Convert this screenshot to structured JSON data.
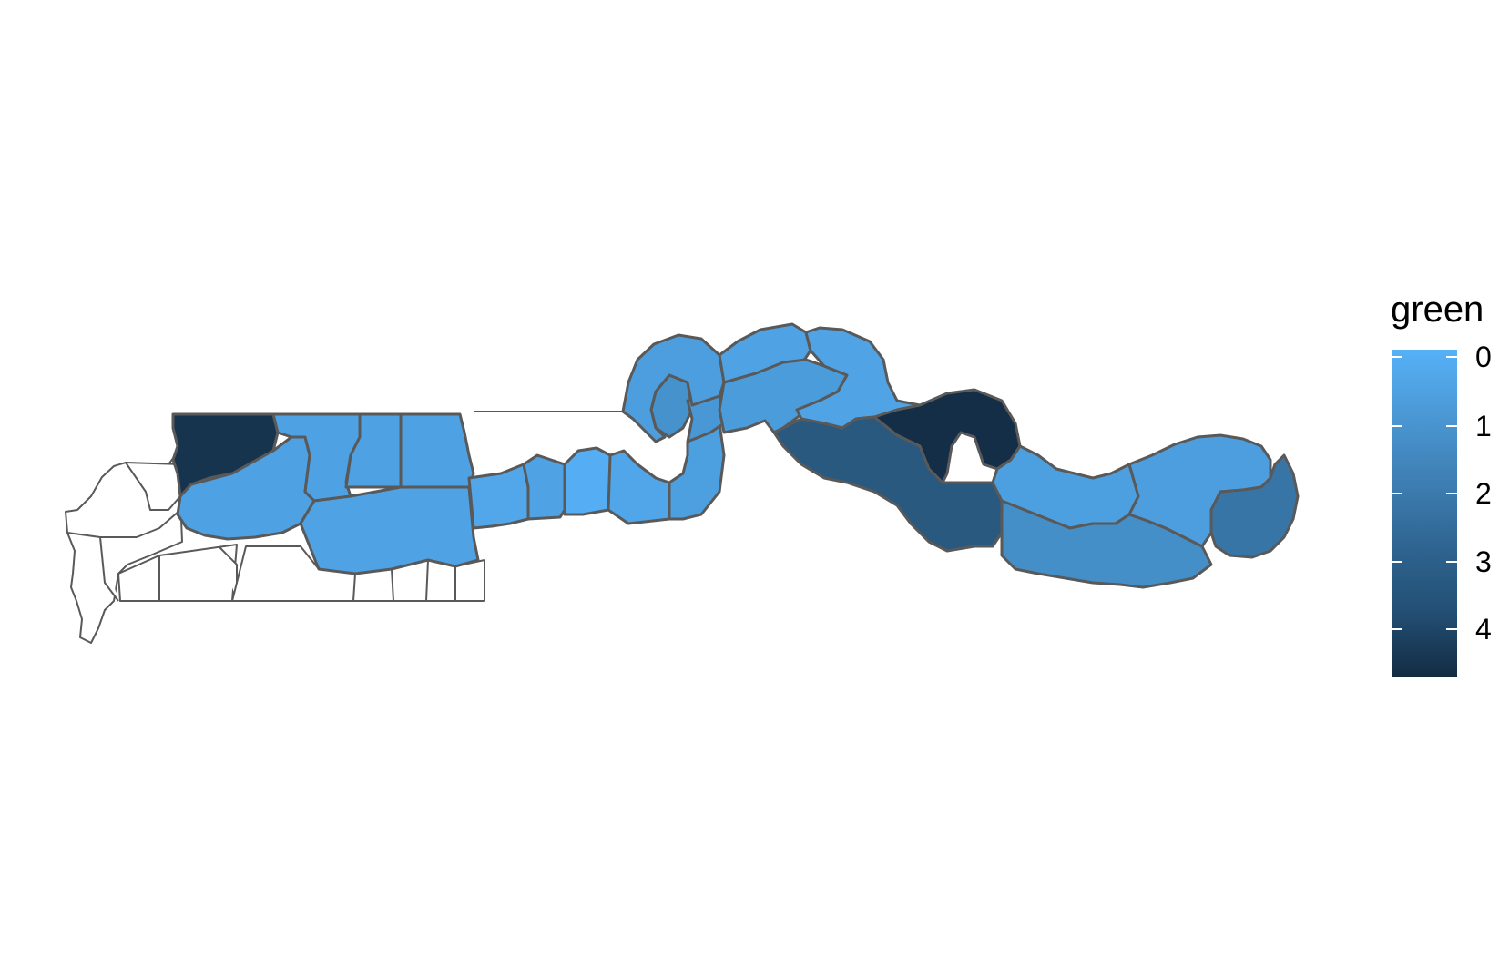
{
  "legend": {
    "title": "green",
    "labels": [
      "0",
      "1",
      "2",
      "3",
      "4"
    ],
    "colors": {
      "low": "#56B1F7",
      "high": "#132B43"
    }
  },
  "map": {
    "regions": [
      {
        "id": "west-coast-a",
        "value": null
      },
      {
        "id": "west-coast-b",
        "value": null
      },
      {
        "id": "west-coast-c",
        "value": null
      },
      {
        "id": "west-south-a",
        "value": null
      },
      {
        "id": "west-south-b",
        "value": null
      },
      {
        "id": "west-south-c",
        "value": null
      },
      {
        "id": "west-south-d",
        "value": null
      },
      {
        "id": "west-south-e",
        "value": null
      },
      {
        "id": "kanifing",
        "value": 4.4
      },
      {
        "id": "west-river-south",
        "value": 0.55
      },
      {
        "id": "north-bank-west",
        "value": 0.55
      },
      {
        "id": "north-bank-mid",
        "value": 0.55
      },
      {
        "id": "north-bank-east",
        "value": 0.55
      },
      {
        "id": "lower-river-a",
        "value": 0.5
      },
      {
        "id": "lower-river-b",
        "value": 0.35
      },
      {
        "id": "lower-river-c",
        "value": 0.5
      },
      {
        "id": "lower-river-d",
        "value": 0.1
      },
      {
        "id": "lower-river-e",
        "value": 0.4
      },
      {
        "id": "central-river-loop-a",
        "value": 0.6
      },
      {
        "id": "central-river-loop-b",
        "value": 1.1
      },
      {
        "id": "central-river-loop-c",
        "value": 0.9
      },
      {
        "id": "central-river-north",
        "value": 0.65
      },
      {
        "id": "central-river-north-b",
        "value": 0.5
      },
      {
        "id": "central-river-mid",
        "value": 0.75
      },
      {
        "id": "central-river-east",
        "value": 0.45
      },
      {
        "id": "janjanbureh",
        "value": 4.6
      },
      {
        "id": "central-river-south",
        "value": 3.1
      },
      {
        "id": "upper-river-a",
        "value": 0.6
      },
      {
        "id": "upper-river-b",
        "value": 1.2
      },
      {
        "id": "upper-river-c",
        "value": 0.65
      },
      {
        "id": "upper-river-east",
        "value": 2.1
      }
    ]
  }
}
